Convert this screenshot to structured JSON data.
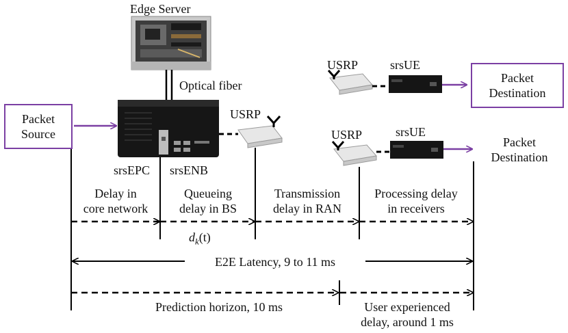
{
  "labels": {
    "edge_server": "Edge Server",
    "optical_fiber": "Optical fiber",
    "srsepc": "srsEPC",
    "srsenb": "srsENB",
    "usrp_bs": "USRP",
    "usrp_ue1": "USRP",
    "usrp_ue2": "USRP",
    "srsue1": "srsUE",
    "srsue2": "srsUE"
  },
  "boxes": {
    "source": [
      "Packet",
      "Source"
    ],
    "dest1": [
      "Packet",
      "Destination"
    ],
    "dest2": [
      "Packet",
      "Destination"
    ]
  },
  "segments": {
    "core": [
      "Delay in",
      "core network"
    ],
    "queue": [
      "Queueing",
      "delay in BS"
    ],
    "queue_symbol": "d_k(t)",
    "trans": [
      "Transmission",
      "delay in RAN"
    ],
    "proc": [
      "Processing delay",
      "in receivers"
    ]
  },
  "e2e": "E2E Latency, 9 to 11 ms",
  "horizon": "Prediction horizon, 10 ms",
  "user_delay": [
    "User experienced",
    "delay, around 1 ms"
  ],
  "colors": {
    "box_border": "#7b3fa3",
    "arrow": "#7b3fa3",
    "line": "#000000"
  }
}
